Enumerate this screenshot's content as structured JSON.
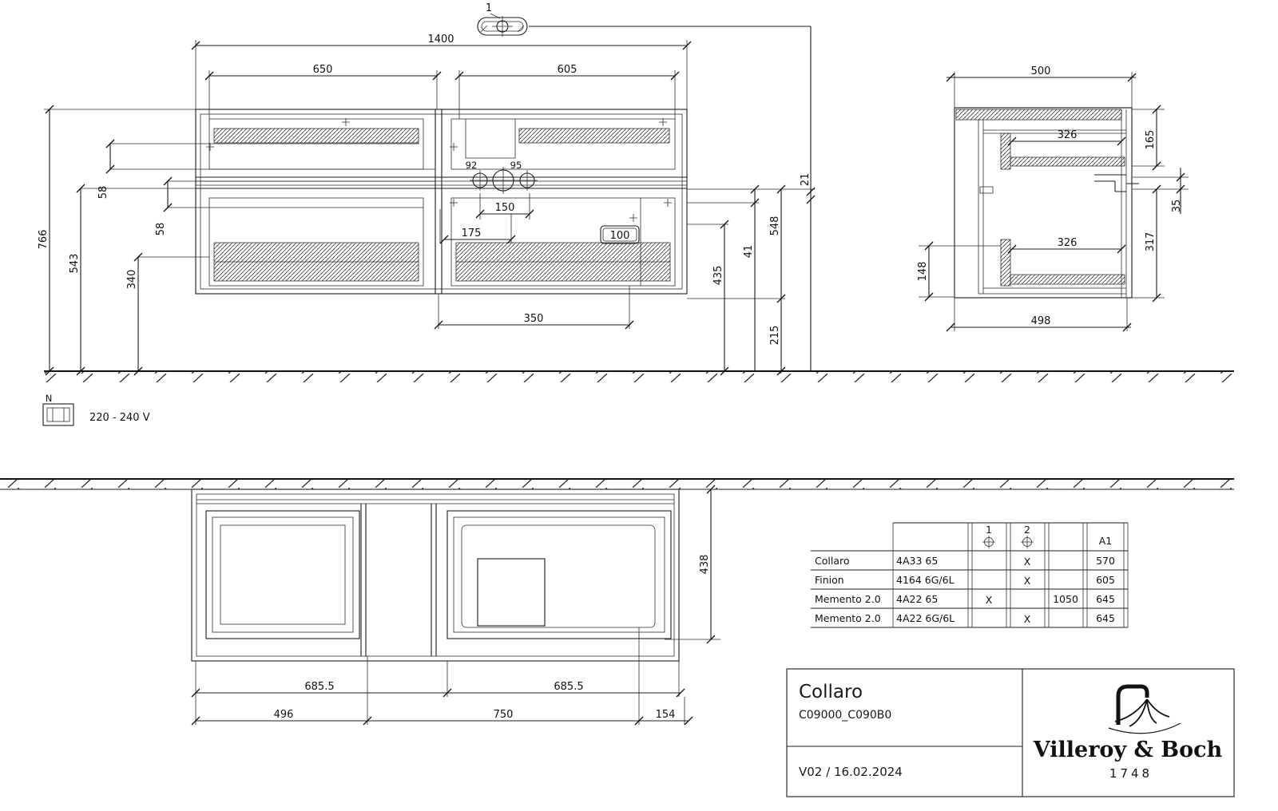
{
  "front": {
    "callout": "1",
    "dim_total_width": "1400",
    "dim_left_width": "650",
    "dim_right_width": "605",
    "dim_height_total": "766",
    "dim_543": "543",
    "dim_340": "340",
    "dim_58a": "58",
    "dim_58b": "58",
    "dim_92": "92",
    "dim_95": "95",
    "dim_150": "150",
    "dim_175": "175",
    "dim_box_100": "100",
    "dim_350": "350",
    "dim_41": "41",
    "dim_548": "548",
    "dim_435": "435",
    "dim_215": "215",
    "dim_21": "21"
  },
  "power": {
    "symbol": "N",
    "label": "220 - 240 V"
  },
  "side": {
    "dim_500": "500",
    "dim_498": "498",
    "dim_326_top": "326",
    "dim_326_bottom": "326",
    "dim_148": "148",
    "dim_165": "165",
    "dim_35": "35",
    "dim_317": "317"
  },
  "plan": {
    "dim_half_left": "685.5",
    "dim_half_right": "685.5",
    "dim_496": "496",
    "dim_750": "750",
    "dim_154": "154",
    "dim_438": "438"
  },
  "table": {
    "col_hole1": "1",
    "col_hole2": "2",
    "col_a1": "A1",
    "rows": [
      {
        "name": "Collaro",
        "code": "4A33 65",
        "hole1": "",
        "hole2": "X",
        "extra": "",
        "a1": "570"
      },
      {
        "name": "Finion",
        "code": "4164 6G/6L",
        "hole1": "",
        "hole2": "X",
        "extra": "",
        "a1": "605"
      },
      {
        "name": "Memento 2.0",
        "code": "4A22 65",
        "hole1": "X",
        "hole2": "",
        "extra": "1050",
        "a1": "645"
      },
      {
        "name": "Memento 2.0",
        "code": "4A22 6G/6L",
        "hole1": "",
        "hole2": "X",
        "extra": "",
        "a1": "645"
      }
    ]
  },
  "title_block": {
    "product": "Collaro",
    "article": "C09000_C090B0",
    "version": "V02 / 16.02.2024",
    "brand": "Villeroy & Boch",
    "since": "1748"
  }
}
